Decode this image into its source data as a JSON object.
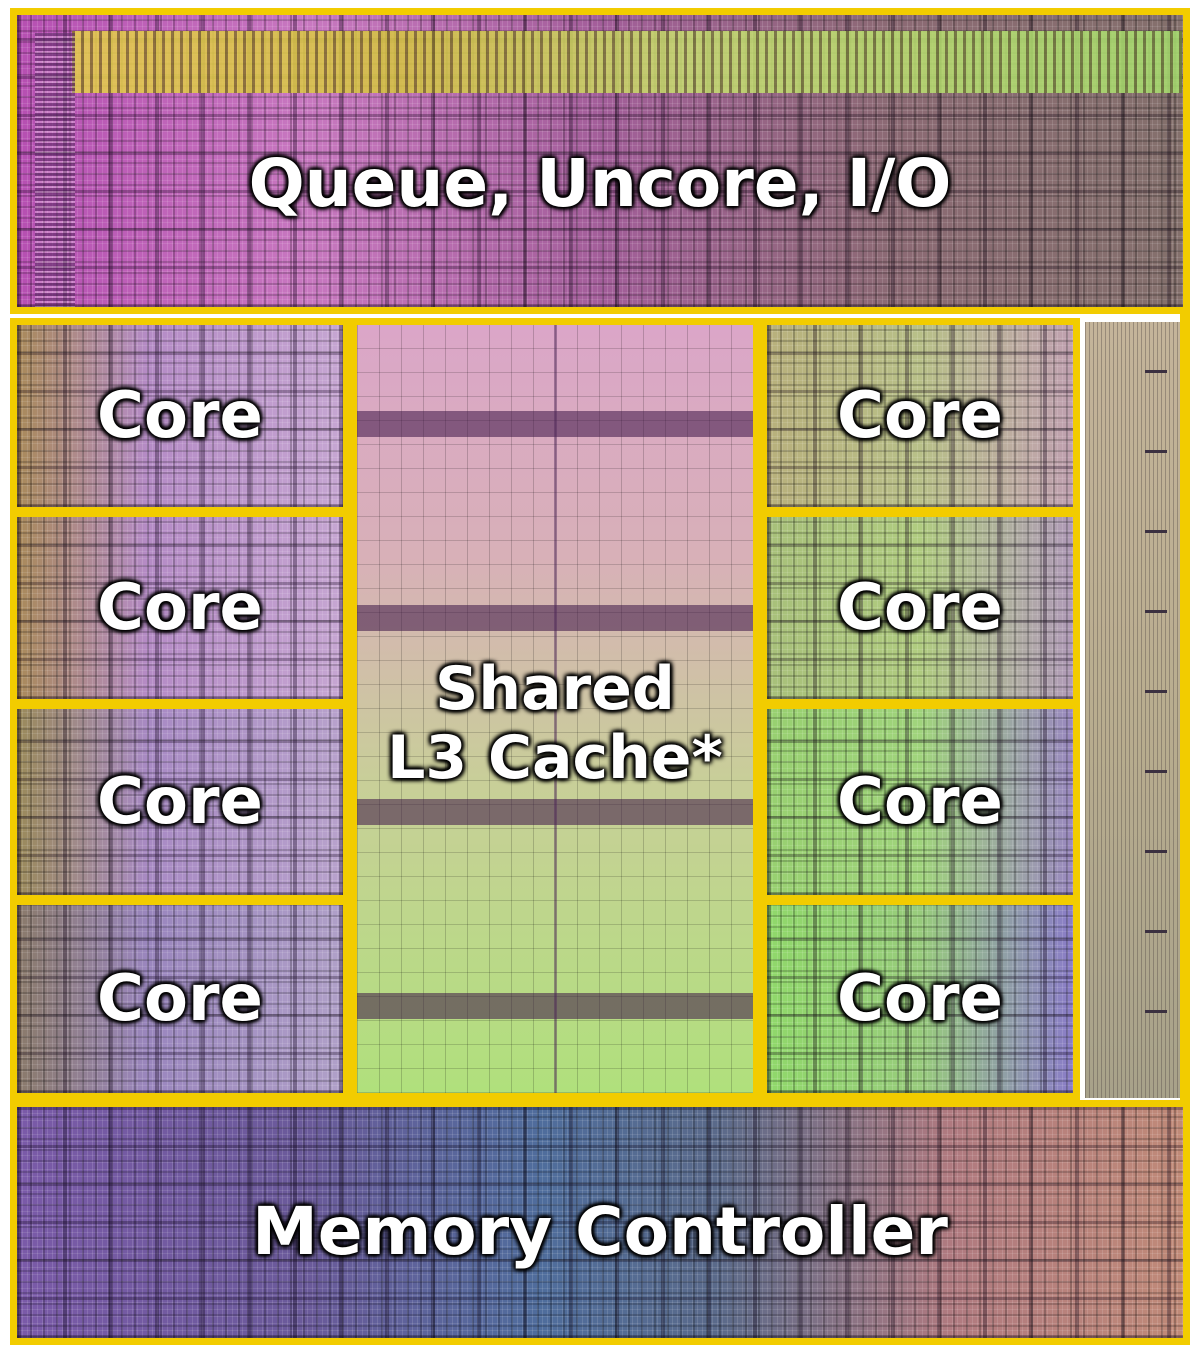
{
  "labels": {
    "uncore": "Queue, Uncore, I/O",
    "core": "Core",
    "cache_line1": "Shared",
    "cache_line2": "L3 Cache*",
    "memory": "Memory Controller"
  },
  "colors": {
    "frame": "#f2cc00",
    "label": "#ffffff",
    "uncore_gradient": [
      "#c75fc4",
      "#b05aa8",
      "#8e5b7e"
    ],
    "cache_gradient": [
      "#d9a6c8",
      "#c8d2a0",
      "#a8e070"
    ],
    "memory_gradient": [
      "#6a4a9a",
      "#4b6a9a",
      "#c08a70"
    ],
    "core_left": [
      "#b98ac8",
      "#9a7fb6"
    ],
    "core_right": [
      "#c9c488",
      "#9adf6a"
    ]
  }
}
